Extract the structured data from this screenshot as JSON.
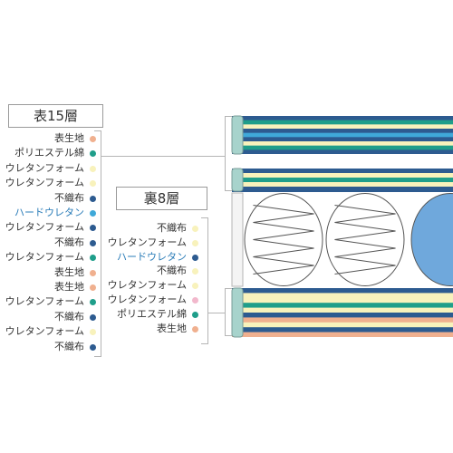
{
  "top": {
    "title": "表15層",
    "layers": [
      {
        "label": "表生地",
        "color": "#f0b08f",
        "highlight": false
      },
      {
        "label": "ポリエステル綿",
        "color": "#1f9e8a",
        "highlight": false
      },
      {
        "label": "ウレタンフォーム",
        "color": "#f8f2bc",
        "highlight": false
      },
      {
        "label": "ウレタンフォーム",
        "color": "#f8f2bc",
        "highlight": false
      },
      {
        "label": "不織布",
        "color": "#2d5b90",
        "highlight": false
      },
      {
        "label": "ハードウレタン",
        "color": "#3fa9d9",
        "highlight": true
      },
      {
        "label": "ウレタンフォーム",
        "color": "#2d5b90",
        "highlight": false
      },
      {
        "label": "不織布",
        "color": "#2d5b90",
        "highlight": false
      },
      {
        "label": "ウレタンフォーム",
        "color": "#1f9e8a",
        "highlight": false
      },
      {
        "label": "表生地",
        "color": "#f0b08f",
        "highlight": false
      },
      {
        "label": "表生地",
        "color": "#f0b08f",
        "highlight": false
      },
      {
        "label": "ウレタンフォーム",
        "color": "#1f9e8a",
        "highlight": false
      },
      {
        "label": "不織布",
        "color": "#2d5b90",
        "highlight": false
      },
      {
        "label": "ウレタンフォーム",
        "color": "#f8f2bc",
        "highlight": false
      },
      {
        "label": "不織布",
        "color": "#2d5b90",
        "highlight": false
      }
    ]
  },
  "bottom": {
    "title": "裏8層",
    "layers": [
      {
        "label": "不織布",
        "color": "#f8f2bc",
        "highlight": false
      },
      {
        "label": "ウレタンフォーム",
        "color": "#f8f2bc",
        "highlight": false
      },
      {
        "label": "ハードウレタン",
        "color": "#2d5b90",
        "highlight": true
      },
      {
        "label": "不織布",
        "color": "#f8f2bc",
        "highlight": false
      },
      {
        "label": "ウレタンフォーム",
        "color": "#f8f2bc",
        "highlight": false
      },
      {
        "label": "ウレタンフォーム",
        "color": "#f2b8cc",
        "highlight": false
      },
      {
        "label": "ポリエステル綿",
        "color": "#1f9e8a",
        "highlight": false
      },
      {
        "label": "表生地",
        "color": "#f0b08f",
        "highlight": false
      }
    ]
  },
  "colors": {
    "highlight_text": "#2a7cb8",
    "spring_pocket": "#6fa8dc",
    "edge_band": "#a7d3cc"
  }
}
